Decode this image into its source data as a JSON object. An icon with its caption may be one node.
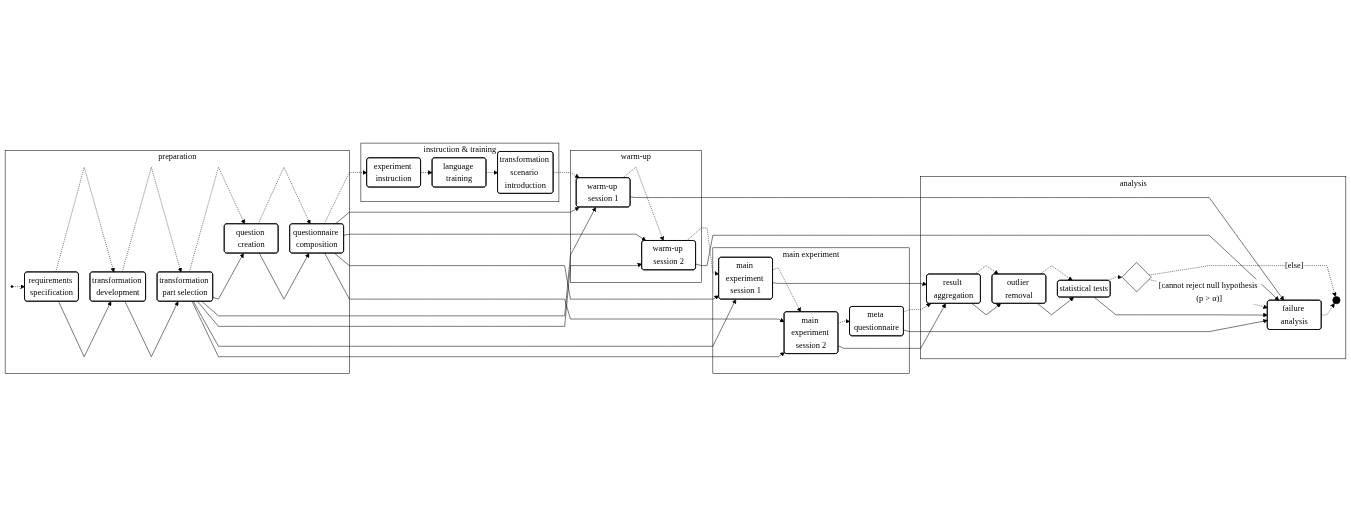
{
  "diagram": {
    "nodes": [
      {
        "text": [
          "preparation"
        ]
      },
      {
        "text": [],
        "shape": "circle",
        "in": 0
      },
      {
        "text": [
          "requirements specification"
        ],
        "in": 0
      },
      {
        "text": [
          "transformation development"
        ],
        "in": 0
      },
      {
        "text": [
          "transformation part selection"
        ],
        "in": 0
      },
      {
        "text": [
          "question creation"
        ],
        "in": 0
      },
      {
        "text": [
          "questionnaire composition"
        ],
        "in": 0
      },
      {
        "text": [
          "instruction & training"
        ]
      },
      {
        "text": [
          "experiment instruction"
        ],
        "in": 7
      },
      {
        "text": [
          "language training"
        ],
        "in": 7
      },
      {
        "text": [
          "transformation scenario introduction"
        ],
        "in": 7
      },
      {
        "text": [
          "warm-up"
        ]
      },
      {
        "text": [
          "warm-up session 1"
        ],
        "in": 11
      },
      {
        "text": [
          "warm-up session 2"
        ],
        "in": 11
      },
      {
        "text": [
          "main experiment"
        ]
      },
      {
        "text": [
          "main experiment session 1"
        ],
        "in": 14
      },
      {
        "text": [
          "main experiment session 2"
        ],
        "in": 14
      },
      {
        "text": [
          "meta questionnaire"
        ],
        "in": 14
      },
      {
        "text": [
          "analysis"
        ]
      },
      {
        "text": [
          "result aggregation"
        ],
        "in": 18
      },
      {
        "text": [
          "outlier removal"
        ],
        "in": 18
      },
      {
        "text": [
          "statistical tests"
        ],
        "in": 18
      },
      {
        "text": [],
        "shape": "diamond",
        "in": 18
      },
      {
        "text": [
          "failure analysis"
        ],
        "in": 18
      },
      {
        "text": [],
        "shape": "bullseye",
        "in": 18
      }
    ],
    "edges": [
      {
        "from": 1,
        "to": 2,
        "arrow": "to",
        "style": "dashed"
      },
      {
        "from": 2,
        "to": 3,
        "arrow": "to",
        "style": "dashed"
      },
      {
        "from": 3,
        "to": 4,
        "arrow": "to",
        "style": "dashed"
      },
      {
        "from": 4,
        "to": 5,
        "arrow": "to",
        "style": "dashed"
      },
      {
        "from": 5,
        "to": 6,
        "arrow": "to",
        "style": "dashed"
      },
      {
        "from": 6,
        "to": 8,
        "arrow": "to",
        "style": "dashed"
      },
      {
        "from": 8,
        "to": 9,
        "arrow": "to",
        "style": "dashed"
      },
      {
        "from": 9,
        "to": 10,
        "arrow": "to",
        "style": "dashed"
      },
      {
        "from": 10,
        "to": 12,
        "arrow": "to",
        "style": "dashed"
      },
      {
        "from": 12,
        "to": 13,
        "arrow": "to",
        "style": "dashed"
      },
      {
        "from": 13,
        "to": 15,
        "arrow": "to",
        "style": "dashed"
      },
      {
        "from": 15,
        "to": 16,
        "arrow": "to",
        "style": "dashed"
      },
      {
        "from": 16,
        "to": 17,
        "arrow": "to",
        "style": "dashed"
      },
      {
        "from": 17,
        "to": 19,
        "arrow": "to",
        "style": "dashed"
      },
      {
        "from": 19,
        "to": 20,
        "arrow": "to",
        "style": "dashed"
      },
      {
        "from": 20,
        "to": 21,
        "arrow": "to",
        "style": "dashed"
      },
      {
        "from": 21,
        "to": 22,
        "arrow": "to",
        "style": "dashed"
      },
      {
        "from": 22,
        "to": 24,
        "arrow": "to",
        "style": "dashed",
        "label": "[else]"
      },
      {
        "from": 22,
        "to": 23,
        "arrow": "to",
        "style": "dashed",
        "label": "[cannot reject null hypothesis (p > α)]"
      },
      {
        "from": 23,
        "to": 24,
        "arrow": "to",
        "style": "dashed"
      },
      {
        "from": 2,
        "to": 3,
        "arrow": "to"
      },
      {
        "from": 3,
        "to": 4,
        "arrow": "to"
      },
      {
        "from": 4,
        "to": 5,
        "arrow": "to"
      },
      {
        "from": 5,
        "to": 6,
        "arrow": "to"
      },
      {
        "from": 4,
        "to": 12,
        "arrow": "to"
      },
      {
        "from": 4,
        "to": 13,
        "arrow": "to"
      },
      {
        "from": 4,
        "to": 15,
        "arrow": "to"
      },
      {
        "from": 4,
        "to": 16,
        "arrow": "to"
      },
      {
        "from": 6,
        "to": 12,
        "arrow": "to"
      },
      {
        "from": 6,
        "to": 13,
        "arrow": "to"
      },
      {
        "from": 6,
        "to": 15,
        "arrow": "to"
      },
      {
        "from": 6,
        "to": 16,
        "arrow": "to"
      },
      {
        "from": 12,
        "to": 23,
        "arrow": "to"
      },
      {
        "from": 13,
        "to": 23,
        "arrow": "to"
      },
      {
        "from": 15,
        "to": 19,
        "arrow": "to"
      },
      {
        "from": 16,
        "to": 19,
        "arrow": "to"
      },
      {
        "from": 17,
        "to": 23,
        "arrow": "to"
      },
      {
        "from": 19,
        "to": 20,
        "arrow": "to"
      },
      {
        "from": 20,
        "to": 21,
        "arrow": "to"
      },
      {
        "from": 21,
        "to": 23,
        "arrow": "to"
      }
    ]
  }
}
